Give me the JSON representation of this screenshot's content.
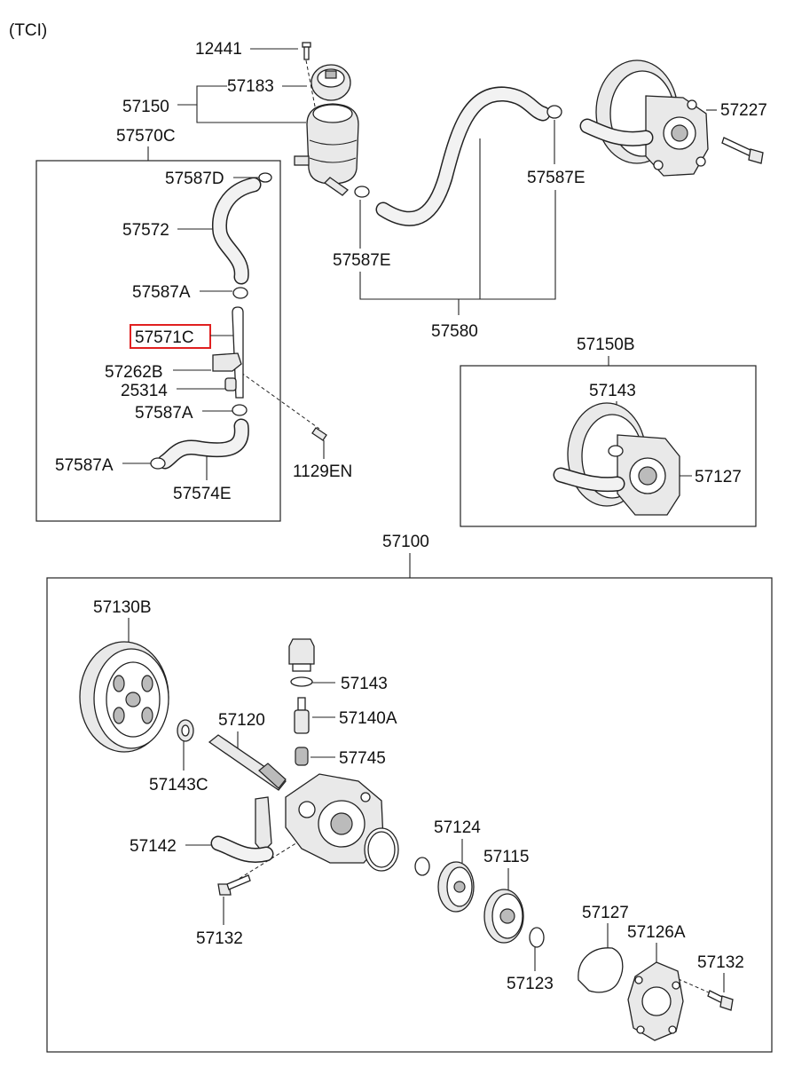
{
  "variant": "(TCI)",
  "labels": {
    "p12441": "12441",
    "p57183": "57183",
    "p57150": "57150",
    "p57570C": "57570C",
    "p57587D": "57587D",
    "p57572": "57572",
    "p57587A_1": "57587A",
    "p57571C": "57571C",
    "p57262B": "57262B",
    "p25314": "25314",
    "p57587A_2": "57587A",
    "p57587A_3": "57587A",
    "p57574E": "57574E",
    "p1129EN": "1129EN",
    "p57587E_1": "57587E",
    "p57587E_2": "57587E",
    "p57580": "57580",
    "p57227": "57227",
    "p57150B": "57150B",
    "p57143_1": "57143",
    "p57127_1": "57127",
    "p57100": "57100",
    "p57130B": "57130B",
    "p57143_2": "57143",
    "p57140A": "57140A",
    "p57745": "57745",
    "p57120": "57120",
    "p57143C": "57143C",
    "p57142": "57142",
    "p57132_1": "57132",
    "p57124": "57124",
    "p57115": "57115",
    "p57127_2": "57127",
    "p57126A": "57126A",
    "p57132_2": "57132",
    "p57123": "57123"
  },
  "highlighted_part": "57571C",
  "colors": {
    "highlight": "#e02020",
    "line": "#222222"
  }
}
